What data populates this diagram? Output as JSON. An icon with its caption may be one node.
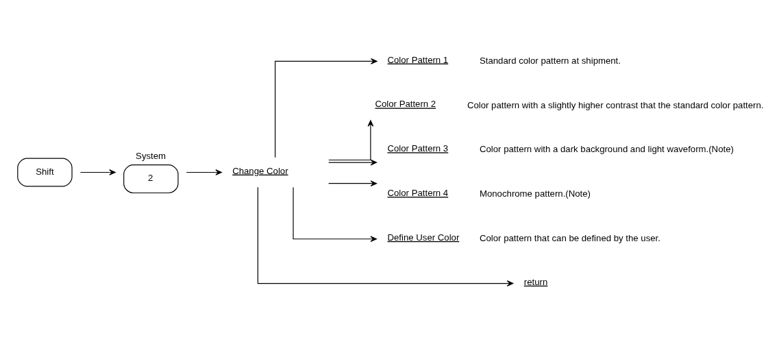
{
  "diagram": {
    "nodes": [
      {
        "text": [
          "Shift"
        ]
      },
      {
        "text": [
          "System",
          "2"
        ]
      },
      {
        "text": [
          "Change Color"
        ]
      },
      {
        "text": [
          "Color Pattern 1"
        ],
        "beside": [
          "Standard color pattern at shipment."
        ]
      },
      {
        "text": [
          "Color Pattern 2"
        ],
        "beside": [
          "Color pattern with a slightly higher contrast that the standard color pattern."
        ]
      },
      {
        "text": [
          "Color Pattern 3"
        ],
        "beside": [
          "Color pattern with a dark background and light waveform.(Note)"
        ]
      },
      {
        "text": [
          "Color Pattern 4"
        ],
        "beside": [
          "Monochrome pattern.(Note)"
        ]
      },
      {
        "text": [
          "Define User Color"
        ],
        "beside": [
          "Color pattern that can be defined by the user."
        ]
      },
      {
        "text": [
          "return"
        ]
      }
    ],
    "edges": [
      {
        "from": 0,
        "to": 1,
        "arrow": "to"
      },
      {
        "from": 1,
        "to": 2,
        "arrow": "to"
      },
      {
        "from": 2,
        "to": 3,
        "arrow": "to"
      },
      {
        "from": 2,
        "to": 4,
        "arrow": "to"
      },
      {
        "from": 2,
        "to": 5,
        "arrow": "to"
      },
      {
        "from": 2,
        "to": 6,
        "arrow": "to"
      },
      {
        "from": 2,
        "to": 7,
        "arrow": "to"
      },
      {
        "from": 2,
        "to": 8,
        "arrow": "to"
      }
    ]
  }
}
